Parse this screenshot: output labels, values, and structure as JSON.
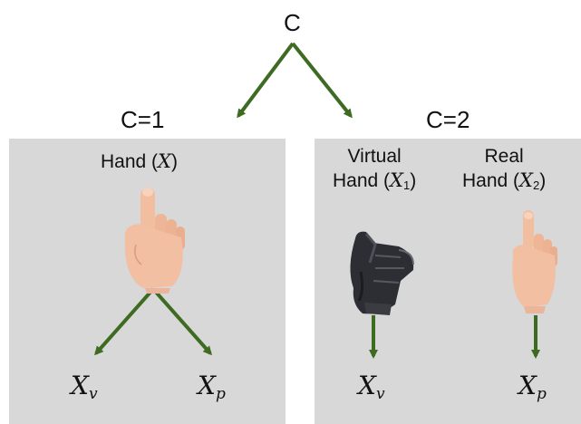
{
  "root_label": "C",
  "left": {
    "condition": "C=1",
    "hand_label_prefix": "Hand (",
    "hand_var": "X",
    "hand_label_suffix": ")",
    "out_left": {
      "var": "X",
      "sub": "v"
    },
    "out_right": {
      "var": "X",
      "sub": "p"
    }
  },
  "right": {
    "condition": "C=2",
    "virtual_line1": "Virtual",
    "virtual_line2_prefix": "Hand (",
    "virtual_var": "X",
    "virtual_sub": "1",
    "virtual_line2_suffix": ")",
    "real_line1": "Real",
    "real_line2_prefix": "Hand (",
    "real_var": "X",
    "real_sub": "2",
    "real_line2_suffix": ")",
    "out_virtual": {
      "var": "X",
      "sub": "v"
    },
    "out_real": {
      "var": "X",
      "sub": "p"
    }
  },
  "colors": {
    "arrow": "#3e6b22",
    "panel": "#d8d8d8",
    "skin": "#f4c3a4",
    "glove": "#2c2e33"
  },
  "icons": [
    "pointing-hand-icon",
    "virtual-glove-hand-icon",
    "real-pointing-hand-icon"
  ]
}
